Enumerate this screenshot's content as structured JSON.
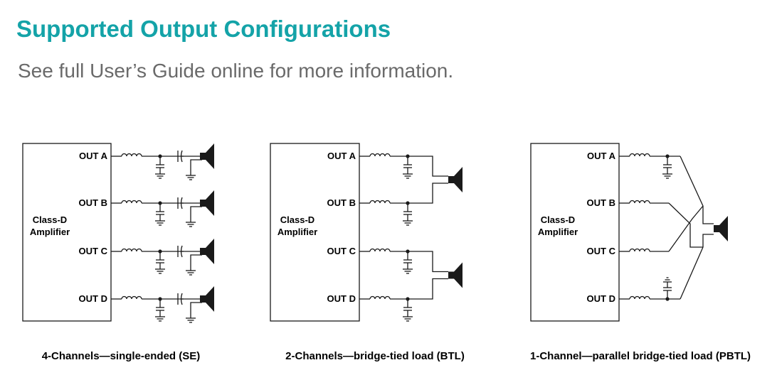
{
  "header": {
    "title": "Supported Output Configurations",
    "subtitle": "See full User’s Guide online for more information."
  },
  "panels": [
    {
      "amp_label_1": "Class-D",
      "amp_label_2": "Amplifier",
      "outputs": [
        "OUT A",
        "OUT B",
        "OUT C",
        "OUT D"
      ],
      "caption": "4-Channels—single-ended (SE)"
    },
    {
      "amp_label_1": "Class-D",
      "amp_label_2": "Amplifier",
      "outputs": [
        "OUT A",
        "OUT B",
        "OUT C",
        "OUT D"
      ],
      "caption": "2-Channels—bridge-tied load (BTL)"
    },
    {
      "amp_label_1": "Class-D",
      "amp_label_2": "Amplifier",
      "outputs": [
        "OUT A",
        "OUT B",
        "OUT C",
        "OUT D"
      ],
      "caption": "1-Channel—parallel bridge-tied load (PBTL)"
    }
  ],
  "colors": {
    "title": "#14a3a8",
    "subtitle": "#6a6a6a",
    "lines": "#1a1a1a"
  }
}
